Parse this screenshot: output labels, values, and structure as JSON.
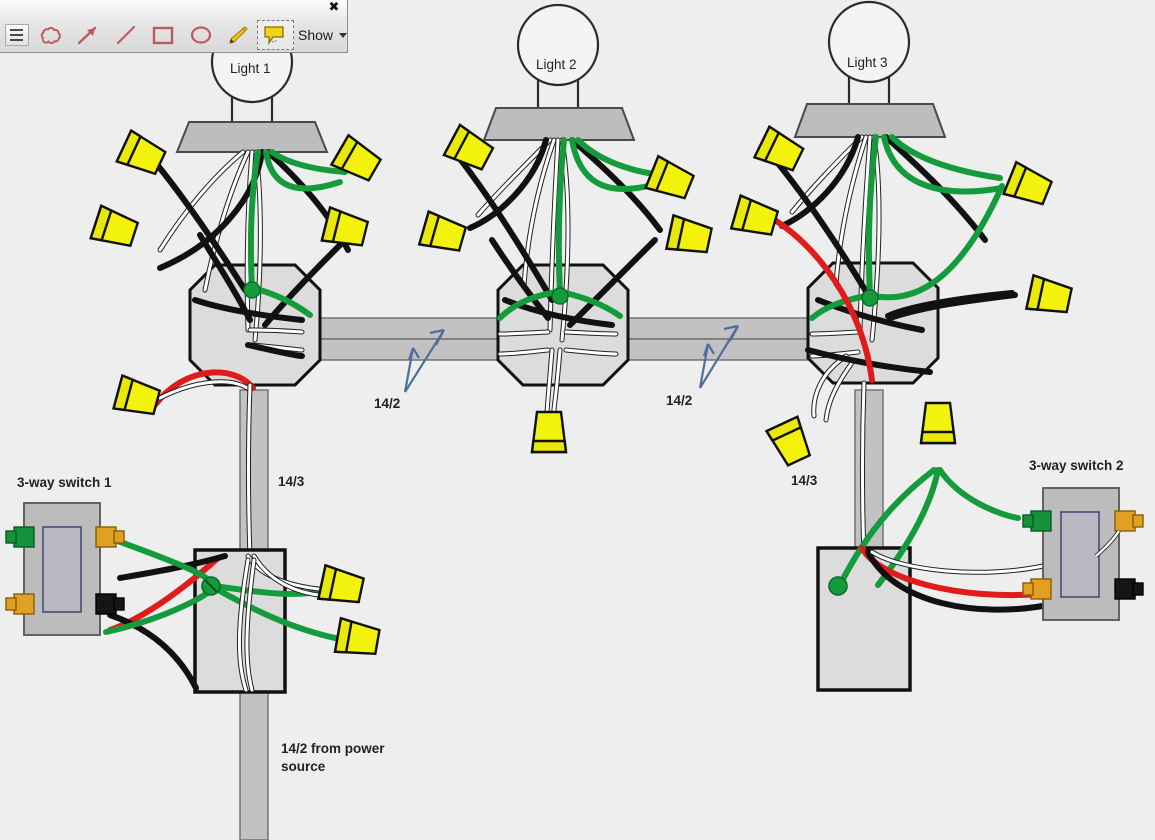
{
  "app": {
    "background_color": "#eeeeee"
  },
  "toolbar": {
    "name": "annotation-toolbar",
    "close_label": "✖",
    "tools": [
      {
        "id": "menu",
        "icon": "hamburger-menu-icon",
        "label": "Menu",
        "selected": false
      },
      {
        "id": "cloud",
        "icon": "cloud-shape-icon",
        "label": "Cloud",
        "selected": false
      },
      {
        "id": "arrow",
        "icon": "arrow-icon",
        "label": "Arrow",
        "selected": false
      },
      {
        "id": "line",
        "icon": "line-icon",
        "label": "Line",
        "selected": false
      },
      {
        "id": "rectangle",
        "icon": "rectangle-icon",
        "label": "Rectangle",
        "selected": false
      },
      {
        "id": "ellipse",
        "icon": "ellipse-icon",
        "label": "Ellipse",
        "selected": false
      },
      {
        "id": "pencil",
        "icon": "pencil-icon",
        "label": "Pencil",
        "selected": false
      },
      {
        "id": "callout",
        "icon": "callout-bubble-icon",
        "label": "Callout",
        "selected": true
      }
    ],
    "show_label": "Show",
    "accent_color": "#c0585e",
    "callout_color": "#f2d11a"
  },
  "diagram": {
    "title": "3-way switch wiring with three lights",
    "colors": {
      "hot_black": "#111111",
      "neutral_white": "#ffffff",
      "ground_green": "#149b3c",
      "traveler_red": "#e01b1b",
      "wire_nut_yellow": "#f2f20d",
      "box_fill": "#dcdcdc",
      "cable_gray": "#c2c2c2",
      "device_gray": "#bcbcbc",
      "annotation_blue": "#4f6f9e"
    },
    "lights": [
      {
        "id": "light-1",
        "label": "Light 1"
      },
      {
        "id": "light-2",
        "label": "Light 2"
      },
      {
        "id": "light-3",
        "label": "Light 3"
      }
    ],
    "switches": [
      {
        "id": "switch-1",
        "label": "3-way switch 1"
      },
      {
        "id": "switch-2",
        "label": "3-way switch 2"
      }
    ],
    "cable_labels": [
      {
        "id": "cable-14-2-left",
        "text": "14/2"
      },
      {
        "id": "cable-14-2-right",
        "text": "14/2"
      },
      {
        "id": "cable-14-3-left",
        "text": "14/3"
      },
      {
        "id": "cable-14-3-right",
        "text": "14/3"
      },
      {
        "id": "cable-power-feed",
        "text": "14/2 from power\nsource"
      }
    ],
    "components": {
      "ceiling_boxes": 3,
      "switch_boxes": 2,
      "wire_nuts": 17,
      "ground_screws": 5
    }
  }
}
